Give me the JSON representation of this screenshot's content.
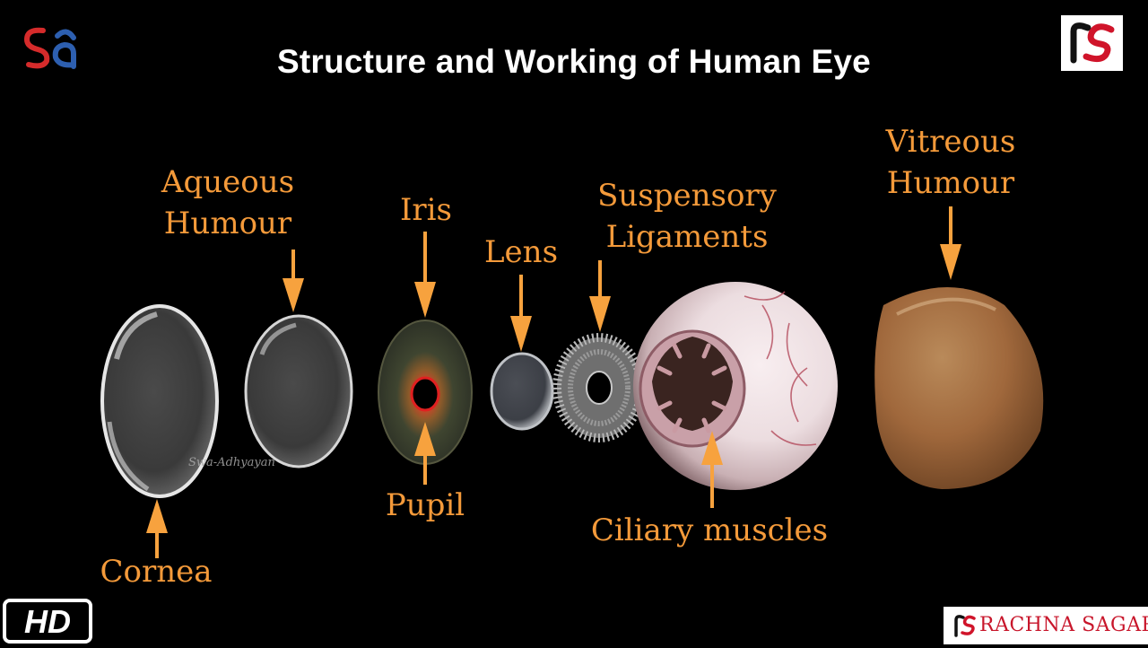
{
  "title": "Structure and Working of Human Eye",
  "labels": {
    "cornea": "Cornea",
    "aqueous_humour_line1": "Aqueous",
    "aqueous_humour_line2": "Humour",
    "iris": "Iris",
    "pupil": "Pupil",
    "lens": "Lens",
    "suspensory_line1": "Suspensory",
    "suspensory_line2": "Ligaments",
    "ciliary": "Ciliary muscles",
    "vitreous_line1": "Vitreous",
    "vitreous_line2": "Humour"
  },
  "watermark": "Swa-Adhyayan",
  "badge": "HD",
  "brand": "RACHNA SAGAR",
  "colors": {
    "label": "#f49a3a",
    "arrow": "#f7a23e",
    "title": "#ffffff",
    "background": "#000000",
    "brand_red": "#c8162b",
    "sa_red": "#d52b2b",
    "sa_blue": "#2d5fb0"
  }
}
